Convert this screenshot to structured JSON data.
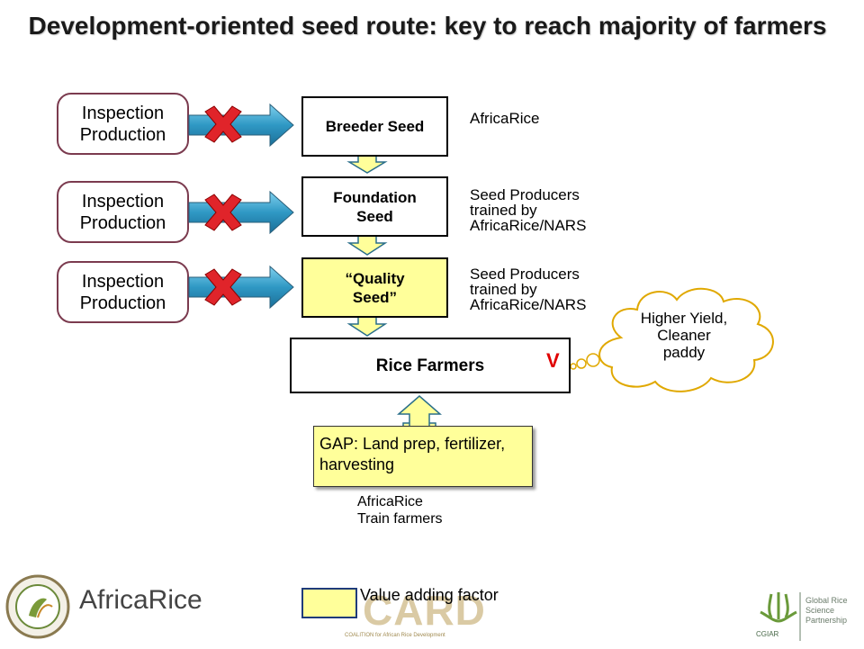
{
  "title": "Development-oriented seed route: key to reach majority of farmers",
  "left_boxes": [
    {
      "line1": "Inspection",
      "line2": "Production"
    },
    {
      "line1": "Inspection",
      "line2": "Production"
    },
    {
      "line1": "Inspection",
      "line2": "Production"
    }
  ],
  "stages": {
    "breeder": "Breeder Seed",
    "foundation_1": "Foundation",
    "foundation_2": "Seed",
    "quality_1": "“Quality",
    "quality_2": "Seed”",
    "farmers": "Rice Farmers"
  },
  "right_labels": {
    "breeder": "AfricaRice",
    "foundation": [
      "Seed Producers",
      "trained by",
      "AfricaRice/NARS"
    ],
    "quality": [
      "Seed Producers",
      "trained by",
      "AfricaRice/NARS"
    ]
  },
  "check_mark": "V",
  "cloud": [
    "Higher Yield,",
    "Cleaner",
    "paddy"
  ],
  "gap_box": [
    "GAP:  Land prep, fertilizer,",
    "harvesting"
  ],
  "gap_label": [
    "AfricaRice",
    "Train farmers"
  ],
  "legend": {
    "text": "Value adding  factor"
  },
  "logos": {
    "left": "AfricaRice",
    "center": "CARD",
    "center_sub": "COALITION for African Rice Development",
    "right_name": "CGIAR",
    "right_text": [
      "Global Rice",
      "Science",
      "Partnership"
    ]
  },
  "colors": {
    "value_adding": "#ffff9a",
    "arrow": "#3aa0c8",
    "cross": "#e0242a",
    "pill_border": "#7b3b4f"
  }
}
